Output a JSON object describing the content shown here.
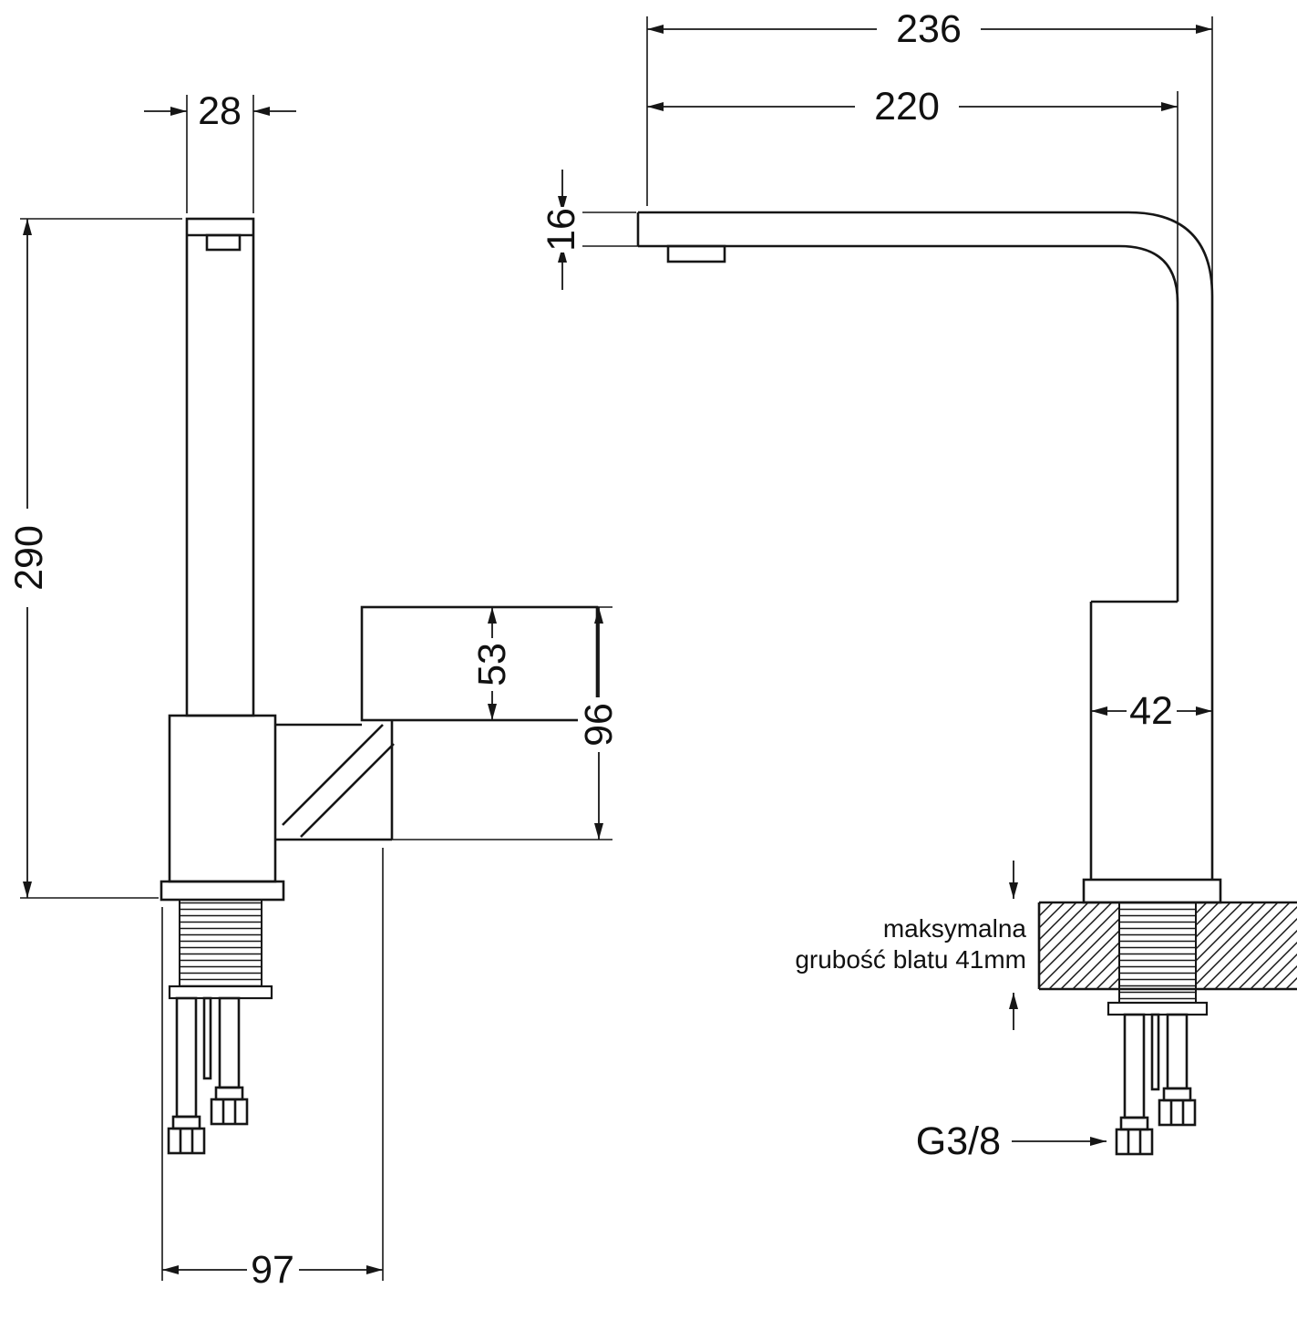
{
  "diagram": {
    "kind": "faucet-dimensional-drawing",
    "side_view": {
      "spout_width_mm": "28",
      "total_height_mm": "290",
      "handle_height_mm": "53",
      "body_height_mm": "96",
      "base_depth_mm": "97"
    },
    "front_view": {
      "overall_reach_mm": "236",
      "spout_reach_mm": "220",
      "spout_thickness_mm": "16",
      "body_width_mm": "42",
      "connection_thread": "G3/8",
      "countertop_note_line1": "maksymalna",
      "countertop_note_line2": "grubość blatu 41mm"
    }
  }
}
